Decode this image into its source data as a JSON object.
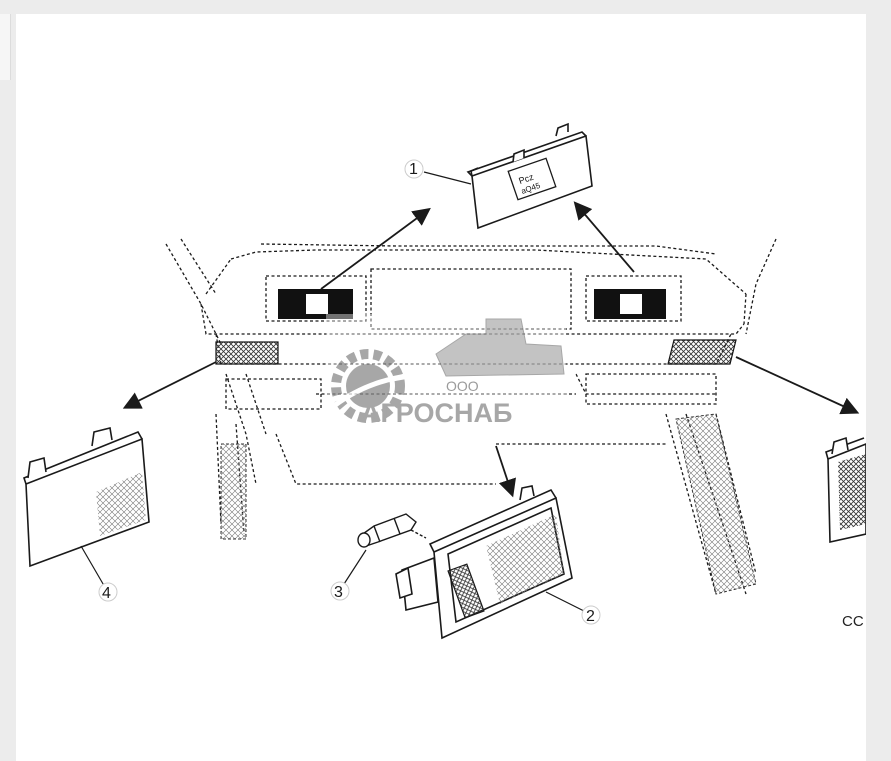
{
  "diagram": {
    "callouts": [
      {
        "id": 1,
        "label": "1"
      },
      {
        "id": 2,
        "label": "2"
      },
      {
        "id": 3,
        "label": "3"
      },
      {
        "id": 4,
        "label": "4"
      }
    ],
    "figure_code": "CC",
    "lens_text_line1": "Pcz",
    "lens_text_line2": "aQ45"
  },
  "watermark": {
    "company_prefix": "ООО",
    "company_name": "АГРОСНАБ"
  },
  "colors": {
    "page_background": "#ececec",
    "panel": "#ffffff",
    "line": "#1a1a1a",
    "watermark": "#8a8a8a"
  }
}
